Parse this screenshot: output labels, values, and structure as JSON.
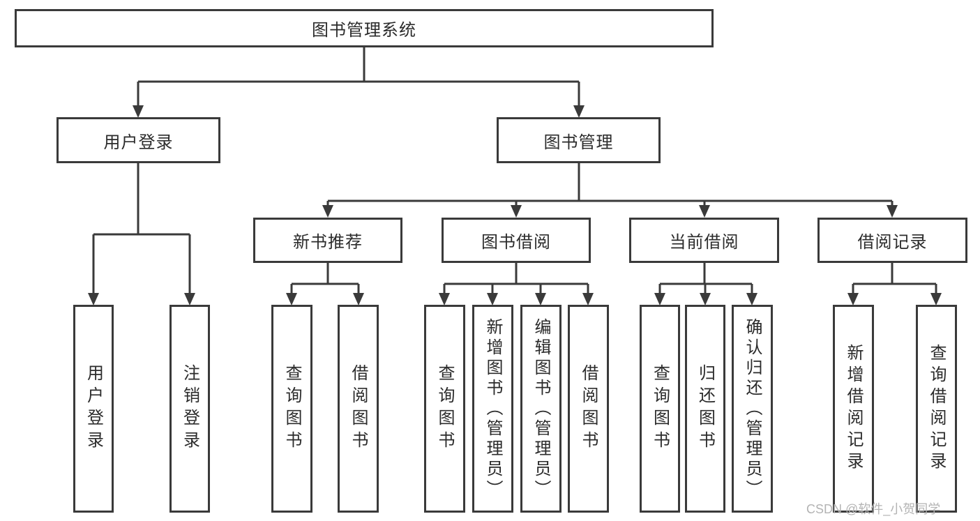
{
  "tree": {
    "root": "图书管理系统",
    "login": {
      "label": "用户登录",
      "children": [
        "用户登录",
        "注销登录"
      ]
    },
    "management": {
      "label": "图书管理",
      "sections": [
        {
          "label": "新书推荐",
          "children": [
            "查询图书",
            "借阅图书"
          ]
        },
        {
          "label": "图书借阅",
          "children": [
            "查询图书",
            "新增图书（管理员）",
            "编辑图书（管理员）",
            "借阅图书"
          ]
        },
        {
          "label": "当前借阅",
          "children": [
            "查询图书",
            "归还图书",
            "确认归还（管理员）"
          ]
        },
        {
          "label": "借阅记录",
          "children": [
            "新增借阅记录",
            "查询借阅记录"
          ]
        }
      ]
    }
  },
  "watermark": "CSDN @软件_小贺同学",
  "colors": {
    "line": "#3a3a3a",
    "text": "#2b2b2b",
    "background": "#ffffff",
    "watermark": "#b3b3b3"
  }
}
